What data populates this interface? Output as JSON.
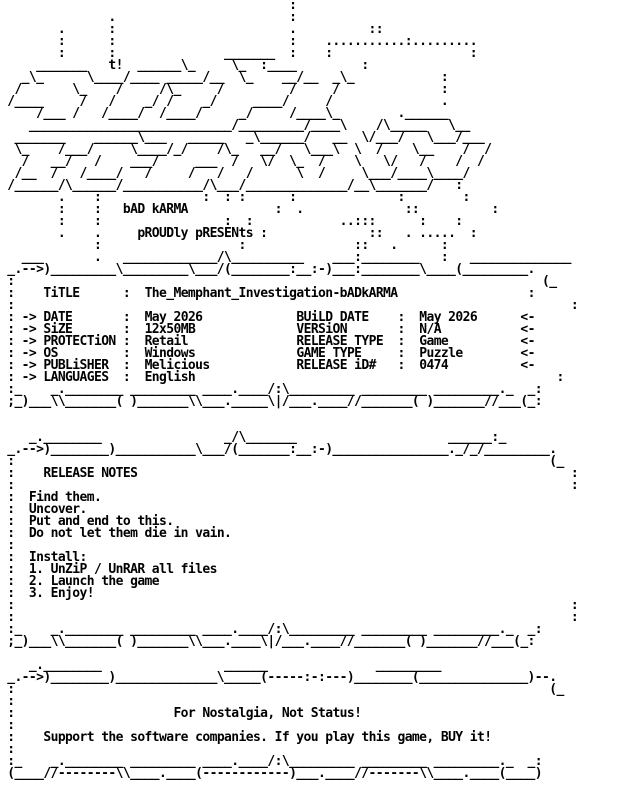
{
  "header": {
    "tagline": "t!",
    "group_name": "bAD kARMA",
    "presents": "pROUDly pRESENts"
  },
  "release": {
    "title_label": "TiTLE",
    "title": "The_Memphant_Investigation-bADkARMA",
    "fields": [
      {
        "label": "DATE",
        "value": "May 2026"
      },
      {
        "label": "SiZE",
        "value": "12x50MB"
      },
      {
        "label": "PROTECTiON",
        "value": "Retail"
      },
      {
        "label": "OS",
        "value": "Windows"
      },
      {
        "label": "PUBLiSHER",
        "value": "Melicious"
      },
      {
        "label": "LANGUAGES",
        "value": "English"
      }
    ],
    "right_fields": [
      {
        "label": "BUiLD DATE",
        "value": "May 2026"
      },
      {
        "label": "VERSiON",
        "value": "N/A"
      },
      {
        "label": "RELEASE TYPE",
        "value": "Game"
      },
      {
        "label": "GAME TYPE",
        "value": "Puzzle"
      },
      {
        "label": "RELEASE iD#",
        "value": "0474"
      }
    ]
  },
  "notes": {
    "heading": "RELEASE NOTES",
    "lines": [
      "Find them.",
      "Uncover.",
      "Put and end to this.",
      "Do not let them die in vain.",
      "",
      "Install:",
      "1. UnZiP / UnRAR all files",
      "2. Launch the game",
      "3. Enjoy!"
    ]
  },
  "footer": {
    "slogan": "For Nostalgia, Not Status!",
    "support": "Support the software companies. If you play this game, BUY it!"
  }
}
